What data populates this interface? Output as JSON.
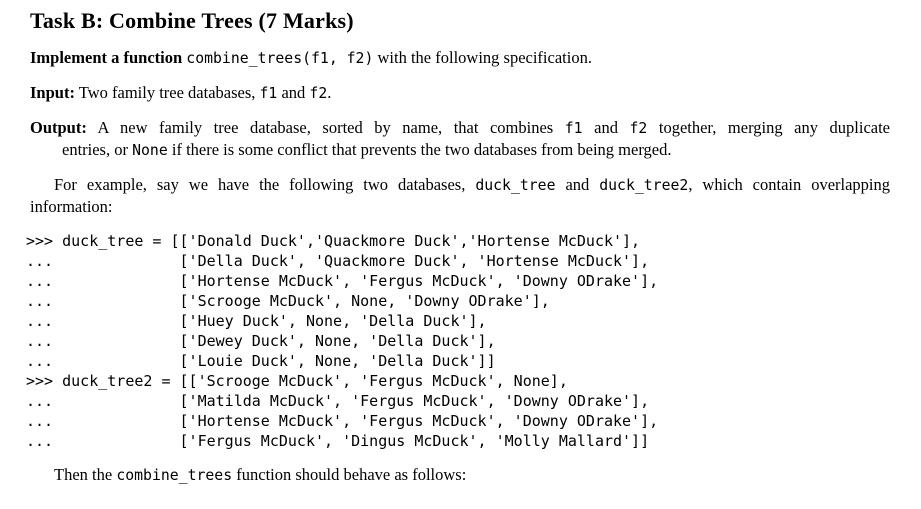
{
  "document": {
    "title": "Task B: Combine Trees (7 Marks)",
    "implement": [
      {
        "t": "Implement a function",
        "f": "bold"
      },
      {
        "t": " ",
        "f": "rm"
      },
      {
        "t": "combine_trees(f1, f2)",
        "f": "mono"
      },
      {
        "t": " with the following specification.",
        "f": "rm"
      }
    ],
    "input": [
      {
        "t": "Input:",
        "f": "bold"
      },
      {
        "t": "  Two family tree databases, ",
        "f": "rm"
      },
      {
        "t": "f1",
        "f": "mono"
      },
      {
        "t": " and ",
        "f": "rm"
      },
      {
        "t": "f2",
        "f": "mono"
      },
      {
        "t": ".",
        "f": "rm"
      }
    ],
    "output_line1": [
      {
        "t": "Output:",
        "f": "bold"
      },
      {
        "t": "  A new family tree database, sorted by name, that combines ",
        "f": "rm"
      },
      {
        "t": "f1",
        "f": "mono"
      },
      {
        "t": " and ",
        "f": "rm"
      },
      {
        "t": "f2",
        "f": "mono"
      },
      {
        "t": " together, merging any duplicate",
        "f": "rm"
      }
    ],
    "output_line2": [
      {
        "t": "entries, or ",
        "f": "rm"
      },
      {
        "t": "None",
        "f": "mono"
      },
      {
        "t": " if there is some conflict that prevents the two databases from being merged.",
        "f": "rm"
      }
    ],
    "example_line1": [
      {
        "t": "For example, say we have the following two databases, ",
        "f": "rm"
      },
      {
        "t": "duck_tree",
        "f": "mono"
      },
      {
        "t": " and ",
        "f": "rm"
      },
      {
        "t": "duck_tree2",
        "f": "mono"
      },
      {
        "t": ", which contain overlapping",
        "f": "rm"
      }
    ],
    "example_line2": [
      {
        "t": "information:",
        "f": "rm"
      }
    ],
    "code_lines": [
      ">>> duck_tree = [['Donald Duck','Quackmore Duck','Hortense McDuck'],",
      "...              ['Della Duck', 'Quackmore Duck', 'Hortense McDuck'],",
      "...              ['Hortense McDuck', 'Fergus McDuck', 'Downy ODrake'],",
      "...              ['Scrooge McDuck', None, 'Downy ODrake'],",
      "...              ['Huey Duck', None, 'Della Duck'],",
      "...              ['Dewey Duck', None, 'Della Duck'],",
      "...              ['Louie Duck', None, 'Della Duck']]",
      ">>> duck_tree2 = [['Scrooge McDuck', 'Fergus McDuck', None],",
      "...              ['Matilda McDuck', 'Fergus McDuck', 'Downy ODrake'],",
      "...              ['Hortense McDuck', 'Fergus McDuck', 'Downy ODrake'],",
      "...              ['Fergus McDuck', 'Dingus McDuck', 'Molly Mallard']]"
    ],
    "closing": [
      {
        "t": "Then the ",
        "f": "rm"
      },
      {
        "t": "combine_trees",
        "f": "mono"
      },
      {
        "t": " function should behave as follows:",
        "f": "rm"
      }
    ]
  }
}
